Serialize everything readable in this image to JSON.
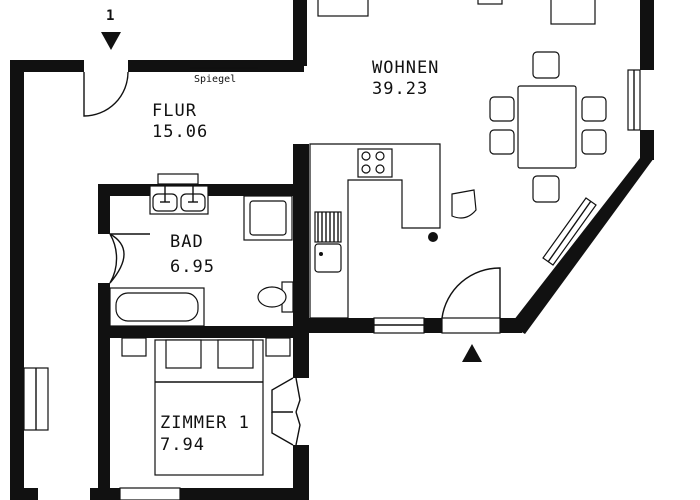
{
  "plan": {
    "marker_number": "1",
    "mirror_label": "Spiegel",
    "rooms": [
      {
        "name": "WOHNEN",
        "area": "39.23"
      },
      {
        "name": "FLUR",
        "area": "15.06"
      },
      {
        "name": "BAD",
        "area": "6.95"
      },
      {
        "name": "ZIMMER 1",
        "area": "7.94"
      }
    ]
  },
  "colors": {
    "ink": "#111111",
    "paper": "#ffffff"
  }
}
